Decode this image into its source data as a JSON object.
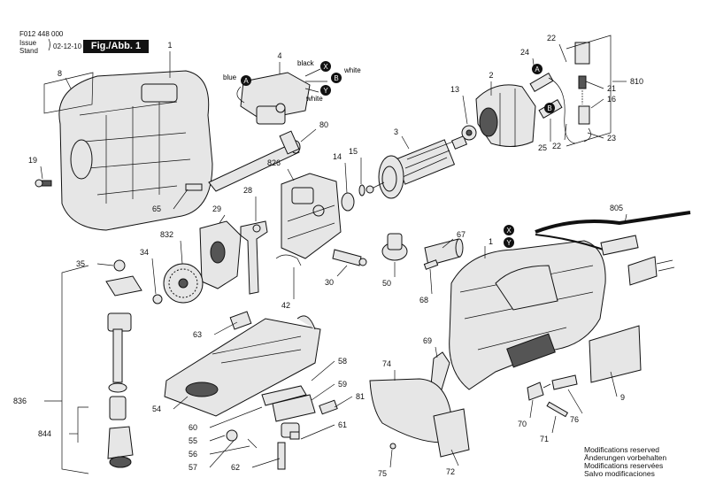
{
  "header": {
    "doc_number": "F012 448 000",
    "issue_label": "Issue",
    "stand_label": "Stand",
    "date": "02-12-10",
    "figure_label": "Fig./Abb. 1"
  },
  "wire_labels": {
    "blue": "blue",
    "black": "black",
    "white_1": "white",
    "white_2": "white",
    "circle_a": "A",
    "circle_b": "B",
    "circle_x": "X",
    "circle_y": "Y"
  },
  "part_numbers": [
    "1",
    "2",
    "4",
    "8",
    "9",
    "13",
    "14",
    "15",
    "16",
    "19",
    "21",
    "22",
    "23",
    "24",
    "25",
    "28",
    "29",
    "30",
    "34",
    "35",
    "42",
    "50",
    "54",
    "55",
    "56",
    "57",
    "58",
    "59",
    "60",
    "61",
    "62",
    "63",
    "65",
    "67",
    "68",
    "69",
    "70",
    "71",
    "72",
    "74",
    "75",
    "76",
    "80",
    "81",
    "805",
    "810",
    "826",
    "832",
    "836",
    "844",
    "3"
  ],
  "notes": [
    "Modifications reserved",
    "Änderungen vorbehalten",
    "Modifications reservées",
    "Salvo modificaciones"
  ]
}
